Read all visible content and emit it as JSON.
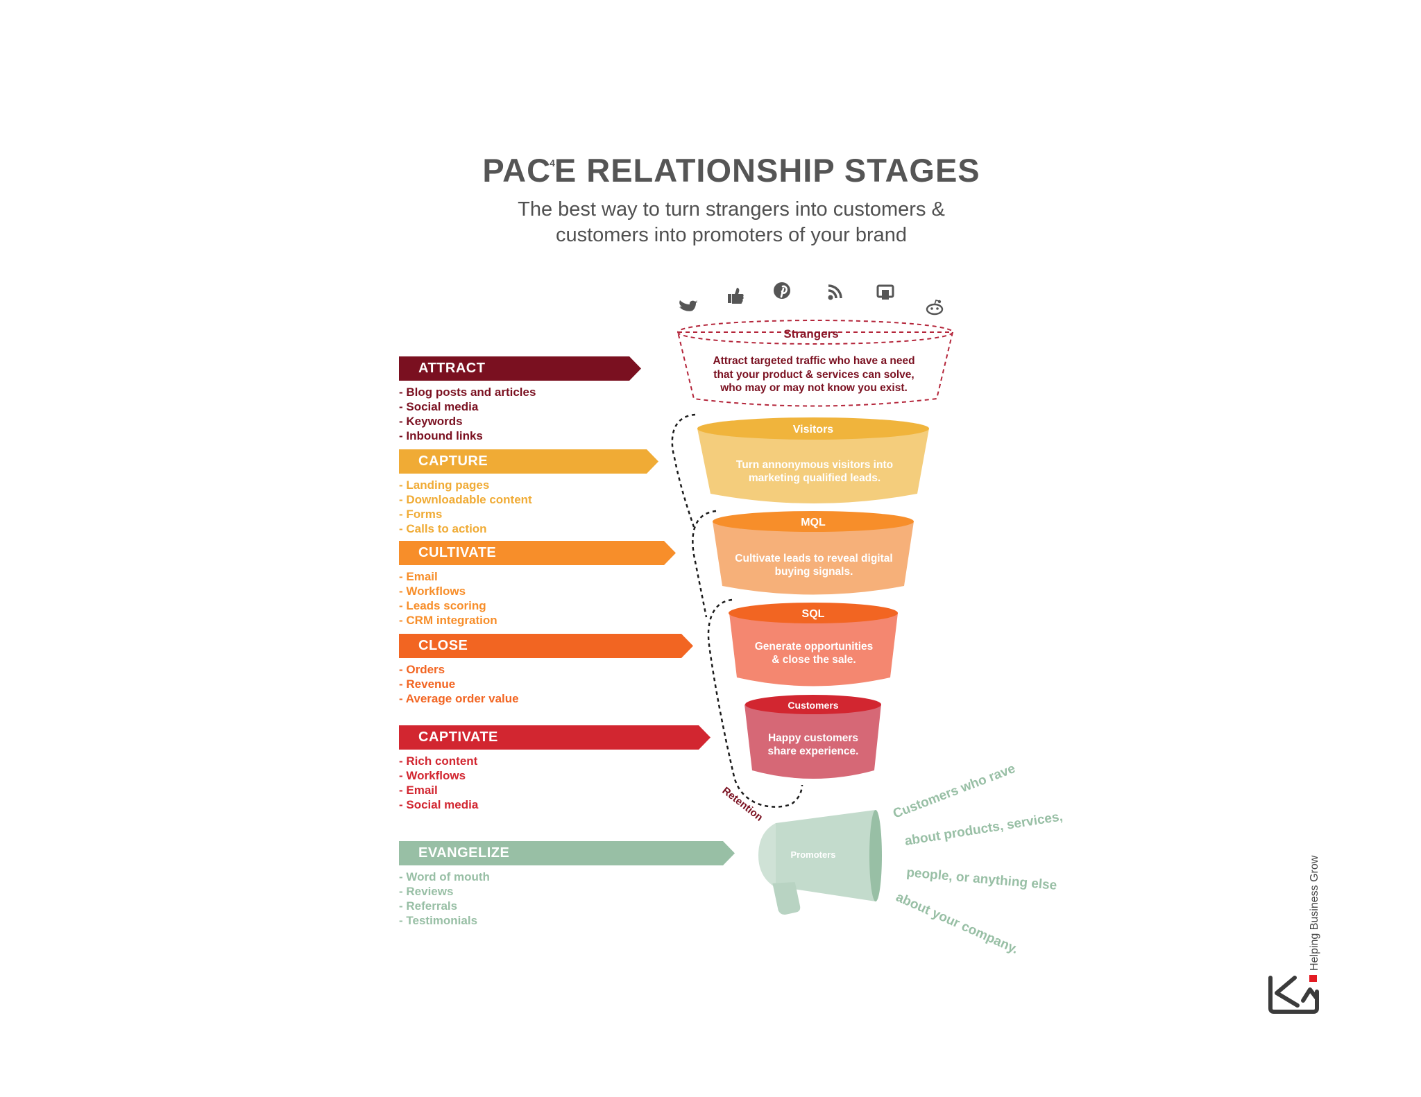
{
  "header": {
    "title_pre": "PAC",
    "title_sup": "4",
    "title_post": "E RELATIONSHIP STAGES",
    "subtitle_line1": "The best way to turn strangers into customers &",
    "subtitle_line2": "customers into promoters of your brand"
  },
  "social_icons": [
    "twitter-icon",
    "facebook-like-icon",
    "pinterest-icon",
    "rss-icon",
    "flickr-icon",
    "reddit-icon"
  ],
  "stages": [
    {
      "label": "ATTRACT",
      "color": "#7a1020",
      "items": [
        "- Blog posts and articles",
        "- Social media",
        "- Keywords",
        "- Inbound links"
      ]
    },
    {
      "label": "CAPTURE",
      "color": "#f0ab35",
      "items": [
        "- Landing pages",
        "- Downloadable content",
        "- Forms",
        "- Calls to action"
      ]
    },
    {
      "label": "CULTIVATE",
      "color": "#f78e2a",
      "items": [
        "- Email",
        "- Workflows",
        "- Leads scoring",
        "- CRM integration"
      ]
    },
    {
      "label": "CLOSE",
      "color": "#f26522",
      "items": [
        "- Orders",
        "- Revenue",
        "- Average order value"
      ]
    },
    {
      "label": "CAPTIVATE",
      "color": "#d22630",
      "items": [
        "- Rich content",
        "- Workflows",
        "- Email",
        "- Social media"
      ]
    },
    {
      "label": "EVANGELIZE",
      "color": "#98bfa5",
      "items": [
        "- Word of mouth",
        "- Reviews",
        "- Referrals",
        "- Testimonials"
      ]
    }
  ],
  "funnel": {
    "strangers": {
      "title": "Strangers",
      "lines": [
        "Attract targeted traffic who have a need",
        "that your product & services can solve,",
        "who may or may not know you exist."
      ]
    },
    "visitors": {
      "title": "Visitors",
      "lines": [
        "Turn annonymous visitors into",
        "marketing qualified leads."
      ]
    },
    "mql": {
      "title": "MQL",
      "lines": [
        "Cultivate leads to reveal digital",
        "buying signals."
      ]
    },
    "sql": {
      "title": "SQL",
      "lines": [
        "Generate opportunities",
        "& close the sale."
      ]
    },
    "customers": {
      "title": "Customers",
      "lines": [
        "Happy customers",
        "share experience."
      ]
    },
    "retention": "Retention",
    "promoters": "Promoters"
  },
  "rave_lines": [
    "Customers who rave",
    "about products, services,",
    "people, or anything else",
    "about your company."
  ],
  "brand": {
    "tagline": "Helping Business Grow",
    "accent": "#e31b23"
  }
}
